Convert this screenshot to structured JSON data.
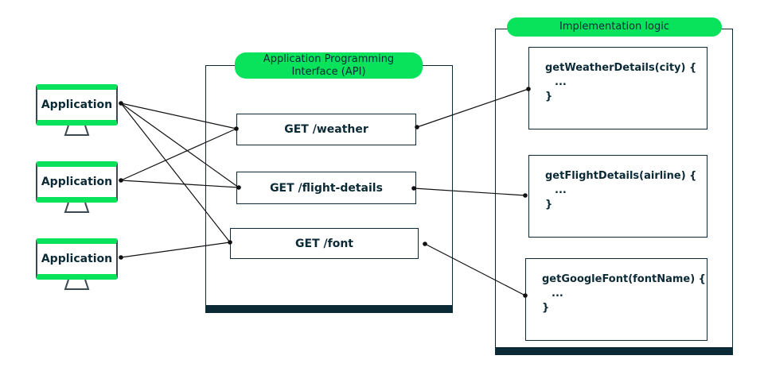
{
  "applications": [
    {
      "label": "Application"
    },
    {
      "label": "Application"
    },
    {
      "label": "Application"
    }
  ],
  "api": {
    "title_line1": "Application Programming",
    "title_line2": "Interface (API)",
    "endpoints": [
      {
        "label": "GET /weather"
      },
      {
        "label": "GET /flight-details"
      },
      {
        "label": "GET /font"
      }
    ]
  },
  "implementation": {
    "title": "Implementation logic",
    "functions": [
      {
        "signature": "getWeatherDetails(city) {",
        "body": "...",
        "close": "}"
      },
      {
        "signature": "getFlightDetails(airline) {",
        "body": "...",
        "close": "}"
      },
      {
        "signature": "getGoogleFont(fontName) {",
        "body": "...",
        "close": "}"
      }
    ]
  },
  "colors": {
    "accent": "#08e35b",
    "ink": "#0b2a36"
  }
}
